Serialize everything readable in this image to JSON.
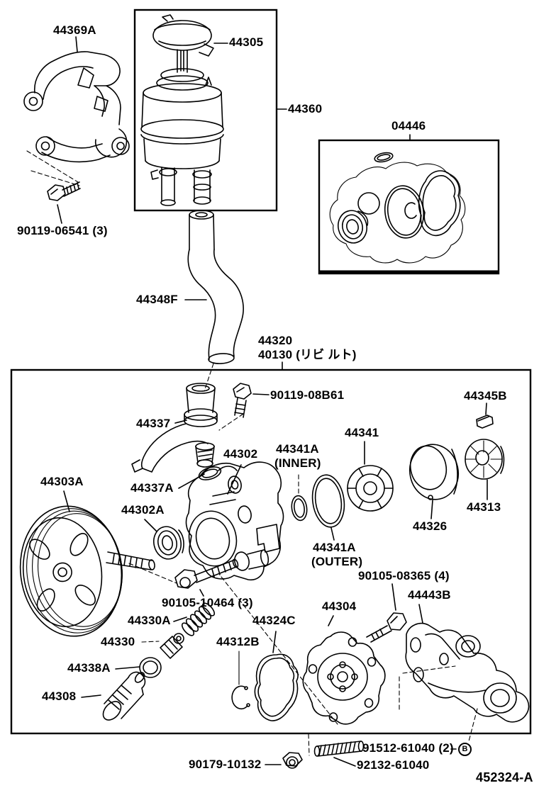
{
  "page": {
    "drawing_code": "452324-A",
    "line_color": "#000000",
    "background_color": "#ffffff"
  },
  "callouts": {
    "upper_left": {
      "reservoir_bracket": "44369A",
      "bracket_bolt": "90119-06541 (3)"
    },
    "reservoir_box": {
      "cap": "44305",
      "reservoir_assembly": "44360"
    },
    "gasket_kit_box": {
      "kit": "04446"
    },
    "hose": {
      "suction_hose": "44348F"
    },
    "pump_assembly": {
      "new": "44320",
      "remanufactured": "40130 (リビ ルト)"
    },
    "main_box": {
      "union_bolt": "90119-08B61",
      "key": "44345B",
      "suction_union": "44337",
      "union_gasket": "44337A",
      "front_housing": "44302",
      "rotor": "44341",
      "oring_inner": {
        "number": "44341A",
        "qualifier": "(INNER)"
      },
      "oring_outer": {
        "number": "44341A",
        "qualifier": "(OUTER)"
      },
      "pulley": "44303A",
      "shaft_seal": "44302A",
      "cam_ring": "44326",
      "side_plate": "44313",
      "through_bolt": "90105-10464 (3)",
      "spring": "44330A",
      "control_valve": "44330",
      "valve_oring": "44338A",
      "pressure_union": "44308",
      "snap_ring": "44312B",
      "rear_gasket": "44324C",
      "rear_housing": "44304",
      "rear_bolt": "90105-08365 (4)",
      "rear_bracket": "44443B"
    },
    "bottom": {
      "nut": "90179-10132",
      "stud_marked": "91512-61040 (2)",
      "stud_marker": "B",
      "stud": "92132-61040"
    }
  }
}
